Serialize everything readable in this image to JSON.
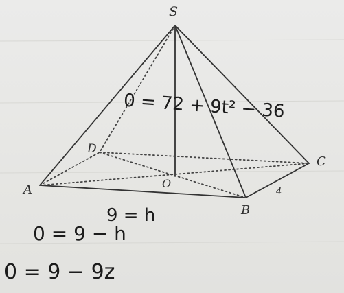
{
  "diagram": {
    "vertices": {
      "S": "S",
      "A": "A",
      "B": "B",
      "C": "C",
      "D": "D",
      "O": "O"
    },
    "edge_label_BC": "4"
  },
  "handwriting": {
    "line_top": "0 = 72 + 9t² − 36",
    "line_1": "9 = h",
    "line_2": "0 = 9 − h",
    "line_3": "0 = 9 − 9z"
  },
  "colors": {
    "ink": "#1c1c1c",
    "figure": "#333333",
    "paper": "#e9e9e6"
  }
}
